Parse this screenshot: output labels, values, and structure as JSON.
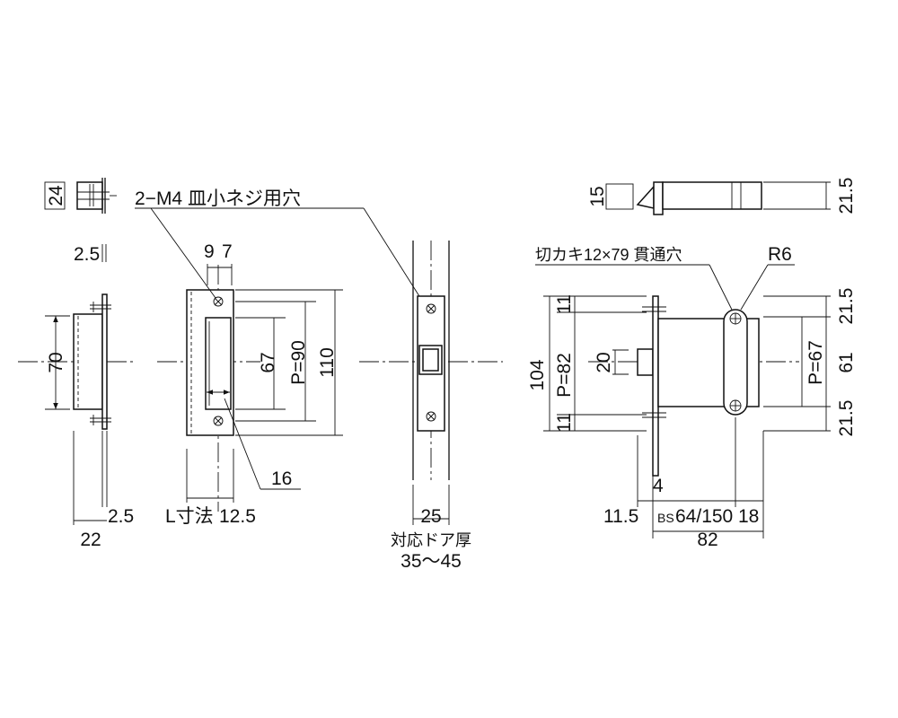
{
  "labels": {
    "screw_holes": "2−M4 皿小ネジ用穴",
    "cutout": "切カキ12×79 貫通穴",
    "door_thickness_title": "対応ドア厚",
    "door_thickness_range": "35～45",
    "l_dim": "L寸法",
    "bs_prefix": "BS",
    "bs_value": "64/150"
  },
  "dimensions": {
    "d24": "24",
    "d2_5_top": "2.5",
    "d70": "70",
    "d2_5_bottom": "2.5",
    "d22": "22",
    "d9": "9",
    "d7": "7",
    "d67": "67",
    "p90": "P=90",
    "d110": "110",
    "d16": "16",
    "d12_5": "12.5",
    "d25": "25",
    "d15": "15",
    "d21_5_top": "21.5",
    "r6": "R6",
    "d104": "104",
    "p82": "P=82",
    "d11_top": "11",
    "d11_bottom": "11",
    "d20": "20",
    "p67": "P=67",
    "d21_5_r1": "21.5",
    "d61": "61",
    "d21_5_r2": "21.5",
    "d4": "4",
    "d11_5": "11.5",
    "d18": "18",
    "d82": "82"
  }
}
